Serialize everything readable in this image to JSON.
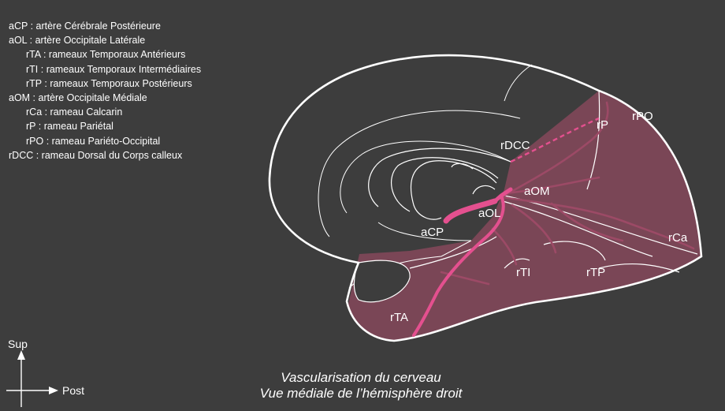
{
  "legend": [
    {
      "text": "aCP : artère Cérébrale Postérieure",
      "indent": false
    },
    {
      "text": "aOL : artère Occipitale Latérale",
      "indent": false
    },
    {
      "text": "rTA : rameaux Temporaux Antérieurs",
      "indent": true
    },
    {
      "text": "rTI : rameaux Temporaux Intermédiaires",
      "indent": true
    },
    {
      "text": "rTP : rameaux Temporaux Postérieurs",
      "indent": true
    },
    {
      "text": "aOM : artère Occipitale Médiale",
      "indent": false
    },
    {
      "text": "rCa : rameau Calcarin",
      "indent": true
    },
    {
      "text": "rP : rameau Pariétal",
      "indent": true
    },
    {
      "text": "rPO : rameau Pariéto-Occipital",
      "indent": true
    },
    {
      "text": "rDCC : rameau Dorsal du Corps calleux",
      "indent": false
    }
  ],
  "labels": {
    "aCP": "aCP",
    "aOL": "aOL",
    "aOM": "aOM",
    "rDCC": "rDCC",
    "rP": "rP",
    "rPO": "rPO",
    "rCa": "rCa",
    "rTI": "rTI",
    "rTP": "rTP",
    "rTA": "rTA"
  },
  "caption": {
    "line1": "Vascularisation du cerveau",
    "line2": "Vue médiale de l’hémisphère droit"
  },
  "orientation": {
    "up": "Sup",
    "right": "Post"
  },
  "colors": {
    "background": "#3d3d3d",
    "outline": "#ffffff",
    "territory": "#7a4656",
    "artery": "#e4508f",
    "branch": "#9c4a66"
  }
}
